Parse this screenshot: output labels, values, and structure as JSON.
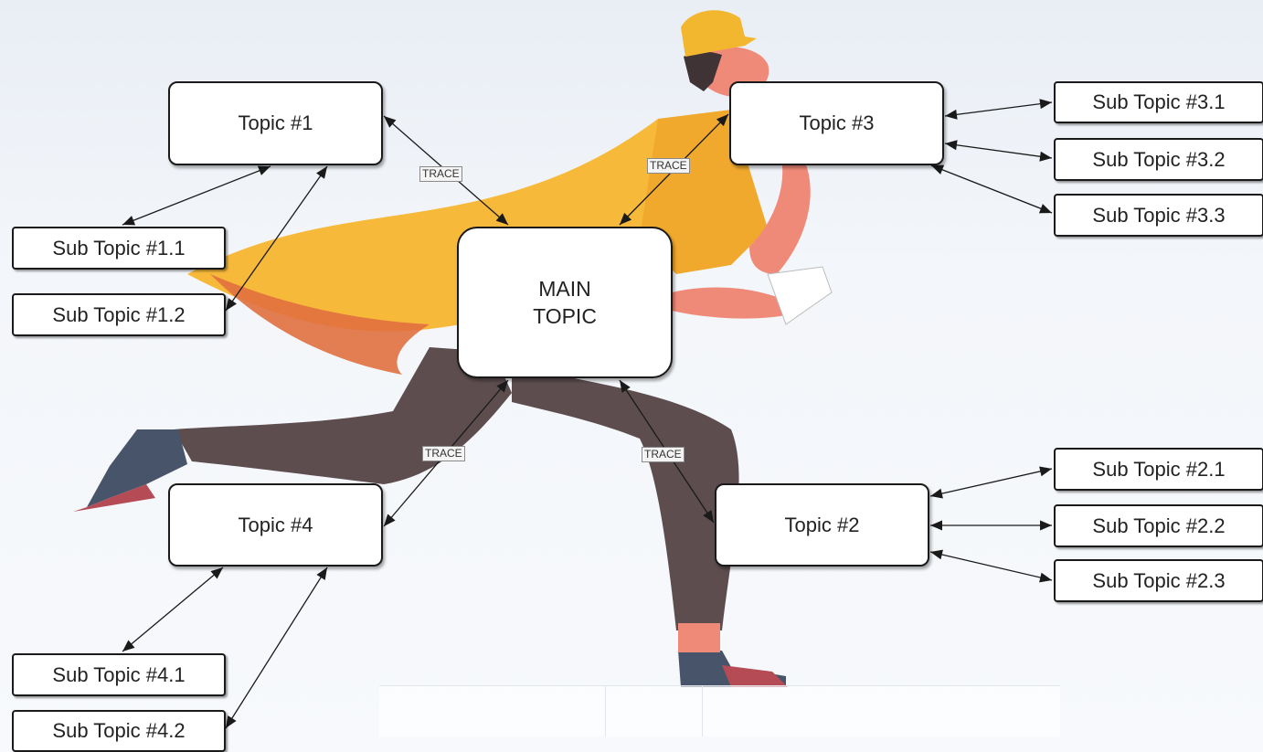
{
  "main_topic": {
    "label": "MAIN\nTOPIC"
  },
  "topics": [
    {
      "label": "Topic #1",
      "subs": [
        "Sub Topic #1.1",
        "Sub Topic #1.2"
      ]
    },
    {
      "label": "Topic #2",
      "subs": [
        "Sub Topic #2.1",
        "Sub Topic #2.2",
        "Sub Topic #2.3"
      ]
    },
    {
      "label": "Topic #3",
      "subs": [
        "Sub Topic #3.1",
        "Sub Topic #3.2",
        "Sub Topic #3.3"
      ]
    },
    {
      "label": "Topic #4",
      "subs": [
        "Sub Topic #4.1",
        "Sub Topic #4.2"
      ]
    }
  ],
  "edge_label": "TRACE",
  "colors": {
    "cape": "#f7b93a",
    "pants": "#5d4d4f",
    "skin": "#f08a78",
    "hat": "#f2b62f",
    "shoe": "#48546a"
  }
}
